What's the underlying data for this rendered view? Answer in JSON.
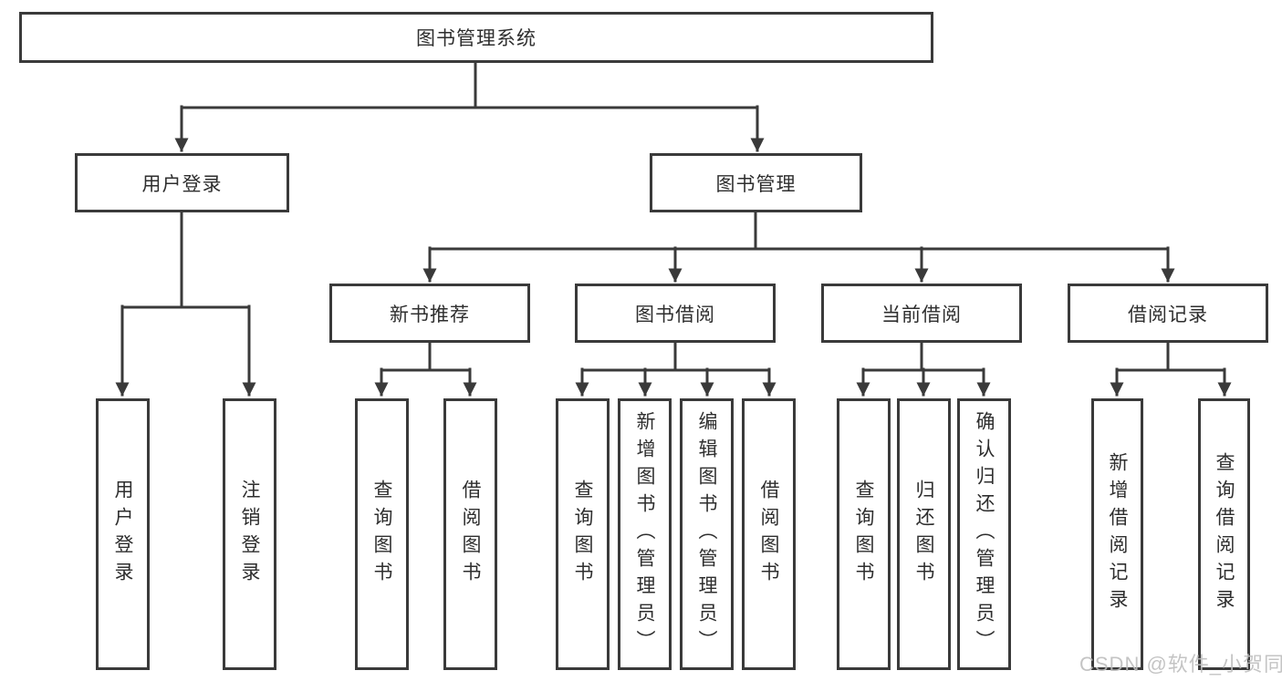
{
  "tree": {
    "root": {
      "label": "图书管理系统"
    },
    "branches": [
      {
        "label": "用户登录",
        "children": [
          {
            "label": "用户登录"
          },
          {
            "label": "注销登录"
          }
        ]
      },
      {
        "label": "图书管理",
        "children": [
          {
            "label": "新书推荐",
            "children": [
              {
                "label": "查询图书"
              },
              {
                "label": "借阅图书"
              }
            ]
          },
          {
            "label": "图书借阅",
            "children": [
              {
                "label": "查询图书"
              },
              {
                "label": "新增图书（管理员）"
              },
              {
                "label": "编辑图书（管理员）"
              },
              {
                "label": "借阅图书"
              }
            ]
          },
          {
            "label": "当前借阅",
            "children": [
              {
                "label": "查询图书"
              },
              {
                "label": "归还图书"
              },
              {
                "label": "确认归还（管理员）"
              }
            ]
          },
          {
            "label": "借阅记录",
            "children": [
              {
                "label": "新增借阅记录"
              },
              {
                "label": "查询借阅记录"
              }
            ]
          }
        ]
      }
    ]
  },
  "colors": {
    "line": "#3a3a3a",
    "text": "#2e2e2e",
    "watermark_gray": "#bdbdbd",
    "background": "#ffffff"
  },
  "watermark": {
    "text": "CSDN @软件_小贺同学"
  }
}
